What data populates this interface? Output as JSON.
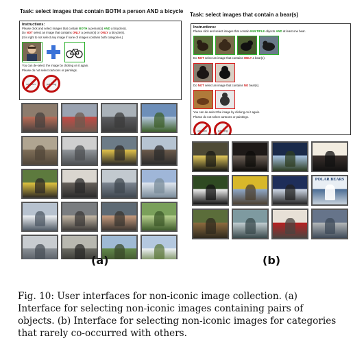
{
  "panel_a": {
    "task": "Task: select images that contain BOTH a person AND a bicycle",
    "instructions": {
      "heading": "Instructions:",
      "line1": {
        "a": "Please click and select images that contain ",
        "b": "BOTH",
        "c": " a person(s) ",
        "d": "AND",
        "e": " a bicycle(s)."
      },
      "line2": {
        "a": "Do ",
        "b": "NOT",
        "c": " select an image that contains ",
        "d": "ONLY",
        "e": " a person(s) or ",
        "f": "ONLY",
        "g": " a bicycle(s)."
      },
      "line3": "(It is right to not select any image if none of images contains both categories.)",
      "line4": "You can de-select the image by clicking on it again.",
      "line5": "Please do not select cartoons or paintings.",
      "no_icons": [
        "cartoon",
        "painting"
      ]
    },
    "grid": [
      [
        "#8d7c6d",
        "#ba6b56",
        "#47423f"
      ],
      [
        "#9aa3b1",
        "#c34a45",
        "#6e5a4f"
      ],
      [
        "#aab2b9",
        "#5c5d60",
        "#3b3b3b"
      ],
      [
        "#6e8fb9",
        "#b6c9e0",
        "#3d5f2a"
      ],
      [
        "#b0a591",
        "#7f6e58",
        "#51473a"
      ],
      [
        "#cfcfcf",
        "#8f9499",
        "#4d5053"
      ],
      [
        "#6c7b87",
        "#e2c34a",
        "#2c2a28"
      ],
      [
        "#b6c4d2",
        "#6b5a4b",
        "#2c2c2c"
      ],
      [
        "#5d7a3e",
        "#e0c440",
        "#2e2a25"
      ],
      [
        "#dad6cf",
        "#66605a",
        "#2a2a2a"
      ],
      [
        "#c2c9cf",
        "#7c8590",
        "#3f474f"
      ],
      [
        "#9fb6d8",
        "#dfe6ef",
        "#7a8c9a"
      ],
      [
        "#b7c2cf",
        "#eef1f4",
        "#4f5a66"
      ],
      [
        "#7a7d80",
        "#c4b7a5",
        "#3c3a38"
      ],
      [
        "#5e6a74",
        "#c79b7d",
        "#3a3530"
      ],
      [
        "#7aa05b",
        "#b7d08e",
        "#3d5a2a"
      ],
      [
        "#c8ccd0",
        "#8a9096",
        "#4a5058"
      ],
      [
        "#b8b8b0",
        "#6b6b63",
        "#2a2a28"
      ],
      [
        "#9fbad4",
        "#62884a",
        "#3a4a2a"
      ],
      [
        "#b4c8df",
        "#eef2f6",
        "#5f7a3d"
      ]
    ]
  },
  "panel_b": {
    "task": "Task: select images that contain a bear(s)",
    "instructions": {
      "heading": "Instructions:",
      "line1": {
        "a": "Please click and select images that contain ",
        "b": "MULTIPLE",
        "c": " objects ",
        "d": "AND",
        "e": " at least one bear."
      },
      "line2": {
        "a": "Do ",
        "b": "NOT",
        "c": " select an image that contains ",
        "d": "ONLY",
        "e": " a bear(s)."
      },
      "line3": {
        "a": "Do ",
        "b": "NOT",
        "c": " select an image that contains ",
        "d": "NO",
        "e": " bear(s)."
      },
      "line4": "You can de-select the image by clicking on it again.",
      "line5": "Please do not select cartoons or paintings.",
      "no_icons": [
        "cartoon",
        "painting"
      ]
    },
    "grid_caption_polar": "POLAR BEARS",
    "grid": [
      [
        "#4e4a35",
        "#e2c85a",
        "#1a1a14"
      ],
      [
        "#1e1a18",
        "#6e6258",
        "#0e0c0a"
      ],
      [
        "#1a2a4a",
        "#a7c3e3",
        "#2d3d22"
      ],
      [
        "#f2ece0",
        "#3a302c",
        "#111111"
      ],
      [
        "#2f4a22",
        "#efefef",
        "#111111"
      ],
      [
        "#d8b82a",
        "#8fa8c8",
        "#4c4030"
      ],
      [
        "#1e2e5a",
        "#cfd8e6",
        "#222222"
      ],
      [
        "#e8eef4",
        "#4a6c94",
        "#c8d2dc"
      ],
      [
        "#5b6d3a",
        "#8c6a3e",
        "#2f2a1e"
      ],
      [
        "#7e9aa0",
        "#c0ccd0",
        "#3a4a4c"
      ],
      [
        "#e7e0d6",
        "#b62222",
        "#4a4440"
      ],
      [
        "#66748a",
        "#b2b6b8",
        "#3e4a58"
      ]
    ]
  },
  "labels": {
    "a": "(a)",
    "b": "(b)"
  },
  "caption": "Fig. 10: User interfaces for non-iconic image collection. (a) Interface for selecting non-iconic images containing pairs of objects. (b) Interface for selecting non-iconic images for categories that rarely co-occurred with others."
}
